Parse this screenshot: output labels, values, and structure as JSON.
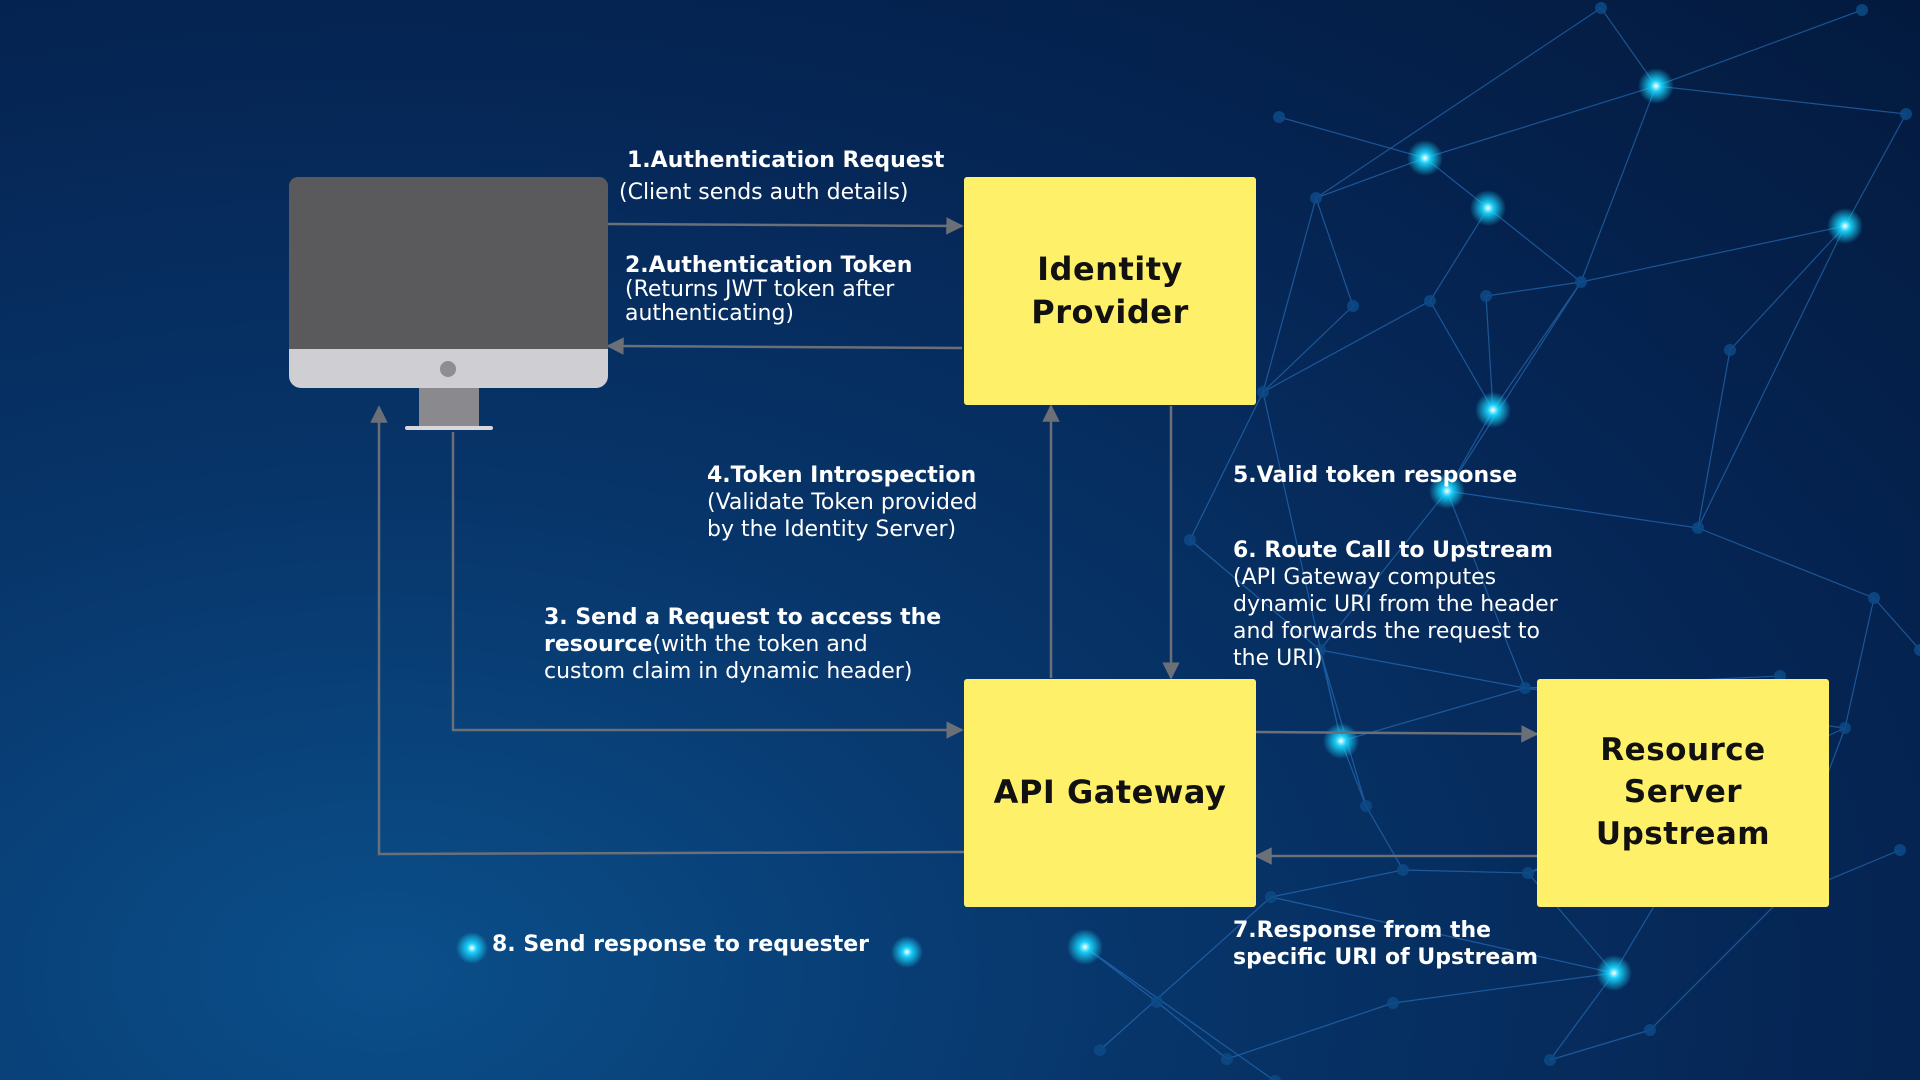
{
  "colors": {
    "box_fill": "#fff06a",
    "box_text": "#111111",
    "label_text": "#ffffff",
    "arrow": "#6b6f78",
    "node_glow": "#18d6ff",
    "network_line": "#2f7fd0"
  },
  "nodes": {
    "client_icon": "desktop-monitor-icon",
    "identity_provider": [
      "Identity",
      "Provider"
    ],
    "api_gateway": [
      "API Gateway"
    ],
    "resource_server": [
      "Resource Server",
      "Upstream"
    ]
  },
  "steps": {
    "s1": {
      "title": "1.Authentication Request",
      "detail": "(Client sends auth details)"
    },
    "s2": {
      "title": "2.Authentication Token",
      "detail_lines": [
        "(Returns JWT token after",
        "authenticating)"
      ]
    },
    "s3": {
      "title": "3. Send a Request to access the",
      "bold_lead": "resource",
      "detail_tail": "(with the token and",
      "detail_lines": [
        "custom claim in dynamic header)"
      ]
    },
    "s4": {
      "title": "4.Token Introspection",
      "detail_lines": [
        "(Validate Token provided",
        "by the Identity Server)"
      ]
    },
    "s5": {
      "title": "5.Valid token response"
    },
    "s6": {
      "title": "6. Route Call to Upstream",
      "detail_lines": [
        "(API Gateway computes",
        "dynamic URI from the header",
        "and forwards the request to",
        "the URI)"
      ]
    },
    "s7": {
      "title_lines": [
        "7.Response from the",
        "specific URI of Upstream"
      ]
    },
    "s8": {
      "title": "8. Send response to requester"
    }
  }
}
